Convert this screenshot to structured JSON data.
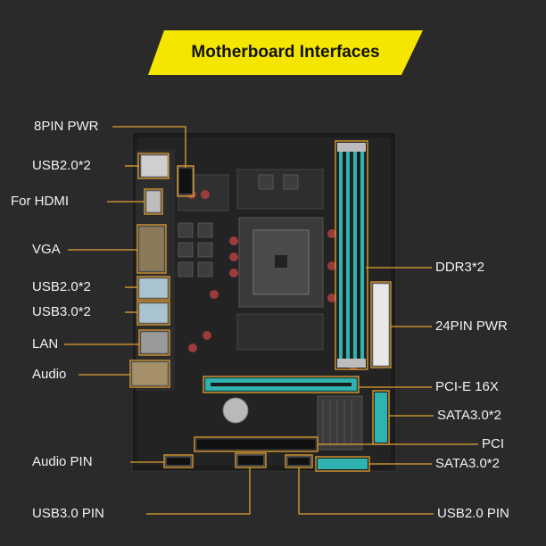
{
  "title": "Motherboard Interfaces",
  "labels_left": {
    "pwr8": "8PIN PWR",
    "usb2_top": "USB2.0*2",
    "hdmi": "For HDMI",
    "vga": "VGA",
    "usb2_mid": "USB2.0*2",
    "usb3": "USB3.0*2",
    "lan": "LAN",
    "audio": "Audio",
    "audio_pin": "Audio PIN",
    "usb3_pin": "USB3.0 PIN"
  },
  "labels_right": {
    "ddr3": "DDR3*2",
    "pwr24": "24PIN PWR",
    "pcie": "PCI-E 16X",
    "sata1": "SATA3.0*2",
    "pci": "PCI",
    "sata2": "SATA3.0*2",
    "usb2_pin": "USB2.0 PIN"
  },
  "colors": {
    "banner": "#f5e600",
    "callout": "#e3a233",
    "pcb": "#1f1f1f",
    "dimm": "#2fb3b0",
    "background": "#2a2a2a"
  }
}
